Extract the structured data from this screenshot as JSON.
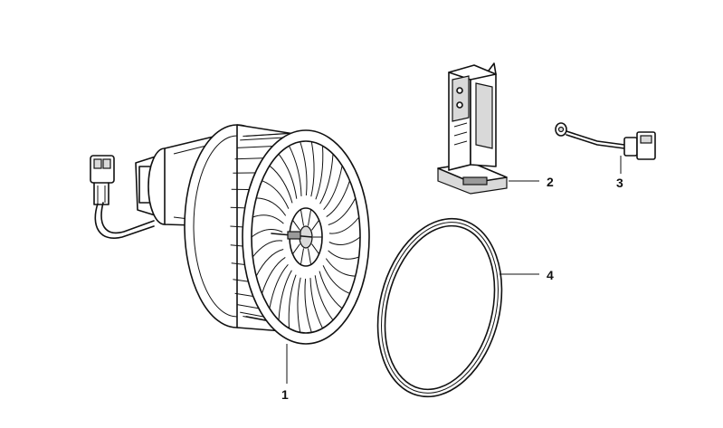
{
  "diagram": {
    "parts": [
      {
        "number": "1",
        "name": "blower-motor-with-fan-wheel"
      },
      {
        "number": "2",
        "name": "blower-resistor"
      },
      {
        "number": "3",
        "name": "wiring-connector-lead"
      },
      {
        "number": "4",
        "name": "sealing-ring"
      }
    ]
  },
  "colors": {
    "line": "#111111",
    "background": "#ffffff",
    "shade": "#d9d9d9",
    "dark_shade": "#9a9a9a"
  }
}
